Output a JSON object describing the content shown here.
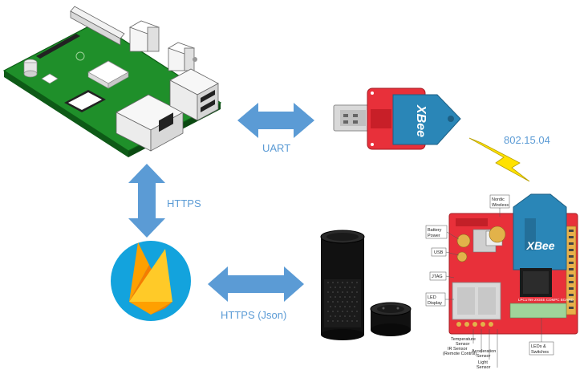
{
  "labels": {
    "uart": "UART",
    "https": "HTTPS",
    "https_json": "HTTPS (Json)",
    "zigbee": "802.15.04"
  },
  "xbee_dongle": {
    "text": "XBee"
  },
  "board": {
    "xbee_text": "XBee",
    "silk_text": "LPC1769 ZIGEE COMPC BOARD",
    "callouts": {
      "nordic": [
        "Nordic",
        "Wireless"
      ],
      "battery": [
        "Battery",
        "Power"
      ],
      "usb": "USB",
      "jtag": "JTAG",
      "led_display": [
        "LED",
        "Display"
      ],
      "leds_switches": [
        "LEDs &",
        "Switches"
      ],
      "temp": [
        "Temperature",
        "Sensor"
      ],
      "ir": [
        "IR Sensor",
        "(Remote Control)"
      ],
      "accel": [
        "Acceleration",
        "Sensor"
      ],
      "light": [
        "Light",
        "Sensor"
      ]
    }
  },
  "colors": {
    "arrow": "#5b9bd5",
    "pcb_green": "#1f8f2a",
    "firebase_circle": "#13a3dd",
    "xbee_red": "#e8303a",
    "xbee_blue": "#2a86b7",
    "lightning": "#ffe200",
    "echo_black": "#111111"
  },
  "icons": {
    "raspberry_pi": "raspberry-pi-board",
    "usb_dongle": "xbee-usb-dongle",
    "firebase": "firebase-flame-icon",
    "echo": "amazon-echo-speaker",
    "echo_dot": "amazon-echo-dot",
    "board": "lpc1769-zigbee-board",
    "wireless": "lightning-bolt-icon"
  }
}
